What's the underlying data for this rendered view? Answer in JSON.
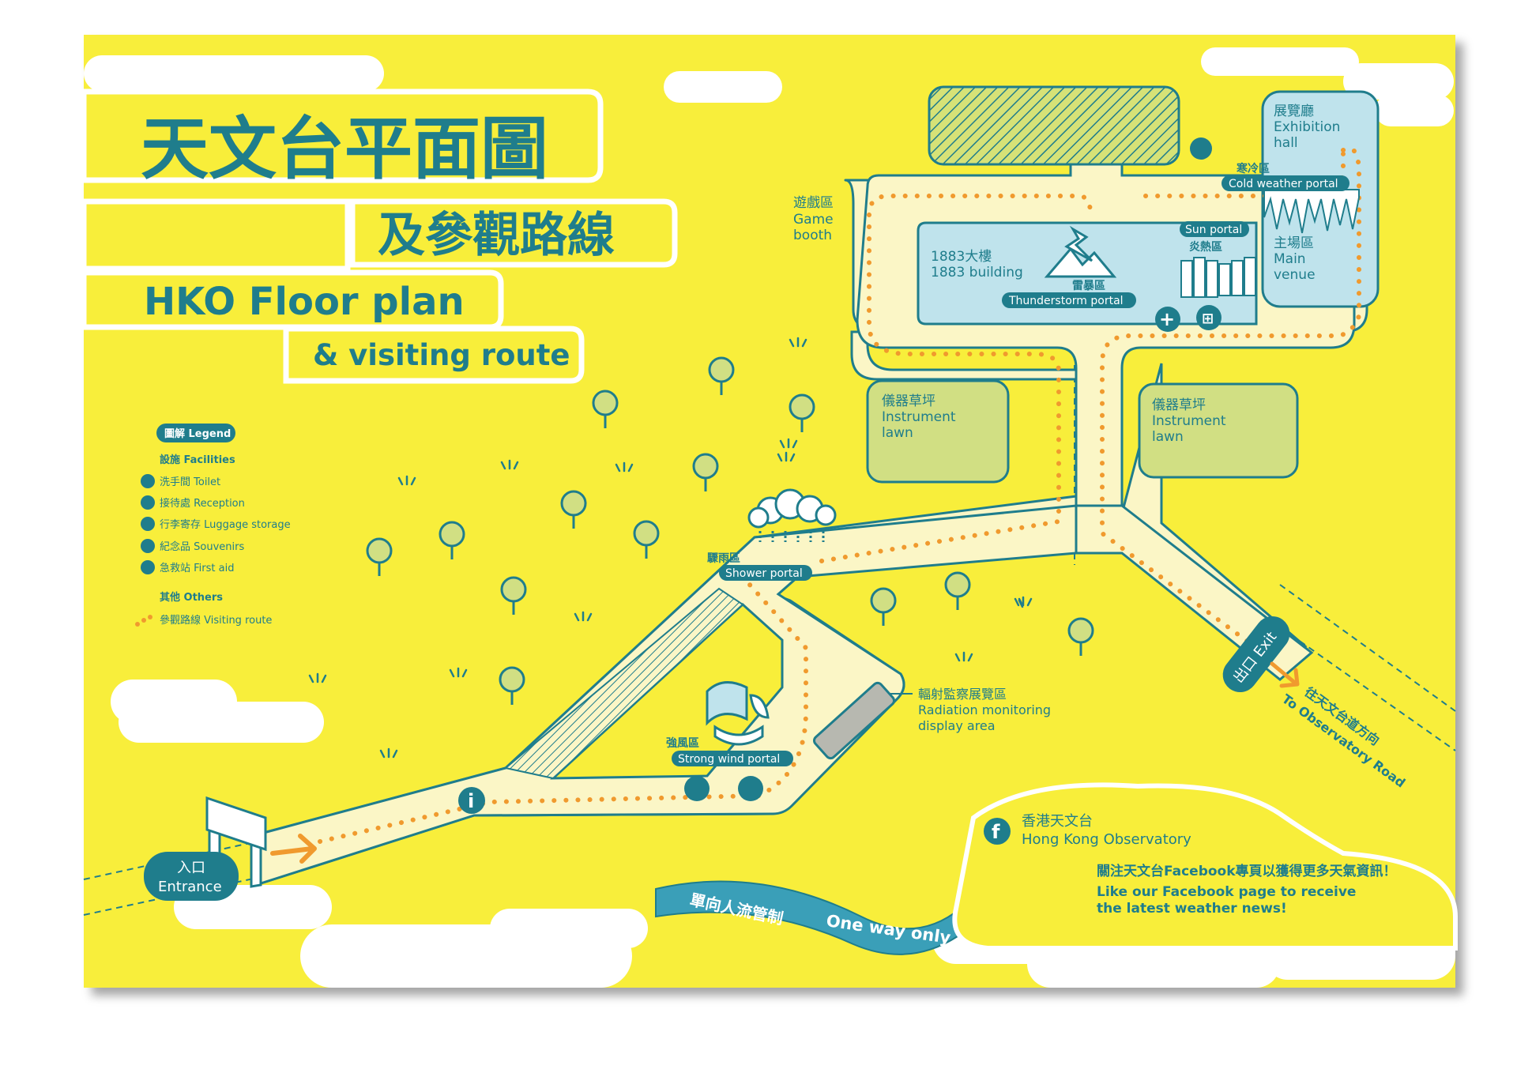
{
  "title": {
    "zh_line1": "天文台平面圖",
    "zh_line2": "及參觀路線",
    "en_line1": "HKO Floor plan",
    "en_line2": "& visiting route"
  },
  "legend": {
    "heading": "圖解 Legend",
    "facilities_heading": "設施 Facilities",
    "toilet": "洗手間 Toilet",
    "reception": "接待處 Reception",
    "luggage": "行李寄存 Luggage storage",
    "souvenirs": "紀念品 Souvenirs",
    "first_aid": "急救站 First aid",
    "others_heading": "其他 Others",
    "route": "參觀路線 Visiting route"
  },
  "areas": {
    "game_booth_zh": "遊戲區",
    "game_booth_en1": "Game",
    "game_booth_en2": "booth",
    "building_zh": "1883大樓",
    "building_en": "1883 building",
    "thunder_zh": "雷暴區",
    "thunder_en": "Thunderstorm portal",
    "sun_en": "Sun portal",
    "sun_zh": "炎熱區",
    "cold_zh": "寒冷區",
    "cold_en": "Cold weather portal",
    "exhibition_zh": "展覽廳",
    "exhibition_en1": "Exhibition",
    "exhibition_en2": "hall",
    "main_zh": "主場區",
    "main_en1": "Main",
    "main_en2": "venue",
    "lawn_zh": "儀器草坪",
    "lawn_en1": "Instrument",
    "lawn_en2": "lawn",
    "shower_zh": "驟雨區",
    "shower_en": "Shower portal",
    "wind_zh": "強風區",
    "wind_en": "Strong wind portal",
    "radiation_zh": "輻射監察展覽區",
    "radiation_en1": "Radiation monitoring",
    "radiation_en2": "display area"
  },
  "entrance": {
    "zh": "入口",
    "en": "Entrance"
  },
  "exit": {
    "label": "出口 Exit"
  },
  "road": {
    "zh": "往天文台道方向",
    "en": "To Observatory Road"
  },
  "one_way": {
    "zh": "單向人流管制",
    "en": "One way only"
  },
  "facebook": {
    "icon": "f",
    "name_zh": "香港天文台",
    "name_en": "Hong Kong Observatory",
    "promo_zh": "關注天文台Facebook專頁以獲得更多天氣資訊！",
    "promo_en1": "Like our Facebook page to receive",
    "promo_en2": "the latest weather news!"
  },
  "icons": {
    "info": "i",
    "first_aid": "+",
    "gift": "⊞"
  },
  "colors": {
    "background": "#f8ee3a",
    "path": "#fbf6c6",
    "teal": "#1f7d8c",
    "building": "#bfe3ec",
    "lawn": "#d1df83",
    "route": "#f09a2e"
  }
}
